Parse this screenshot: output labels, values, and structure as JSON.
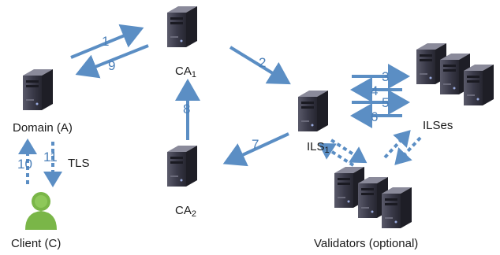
{
  "nodes": {
    "domain": "Domain (A)",
    "client": "Client (C)",
    "ca1": "CA",
    "ca1_sub": "1",
    "ca2": "CA",
    "ca2_sub": "2",
    "ils1": "ILS",
    "ils1_sub": "1",
    "ilses": "ILSes",
    "validators": "Validators (optional)",
    "tls": "TLS"
  },
  "steps": [
    "1",
    "2",
    "3",
    "4",
    "5",
    "6",
    "7",
    "8",
    "9",
    "10",
    "11"
  ],
  "colors": {
    "arrow": "#5b8ec4",
    "step_label": "#4a7fb8",
    "server_body": "#3b3b4a",
    "user_icon": "#7ab648"
  }
}
